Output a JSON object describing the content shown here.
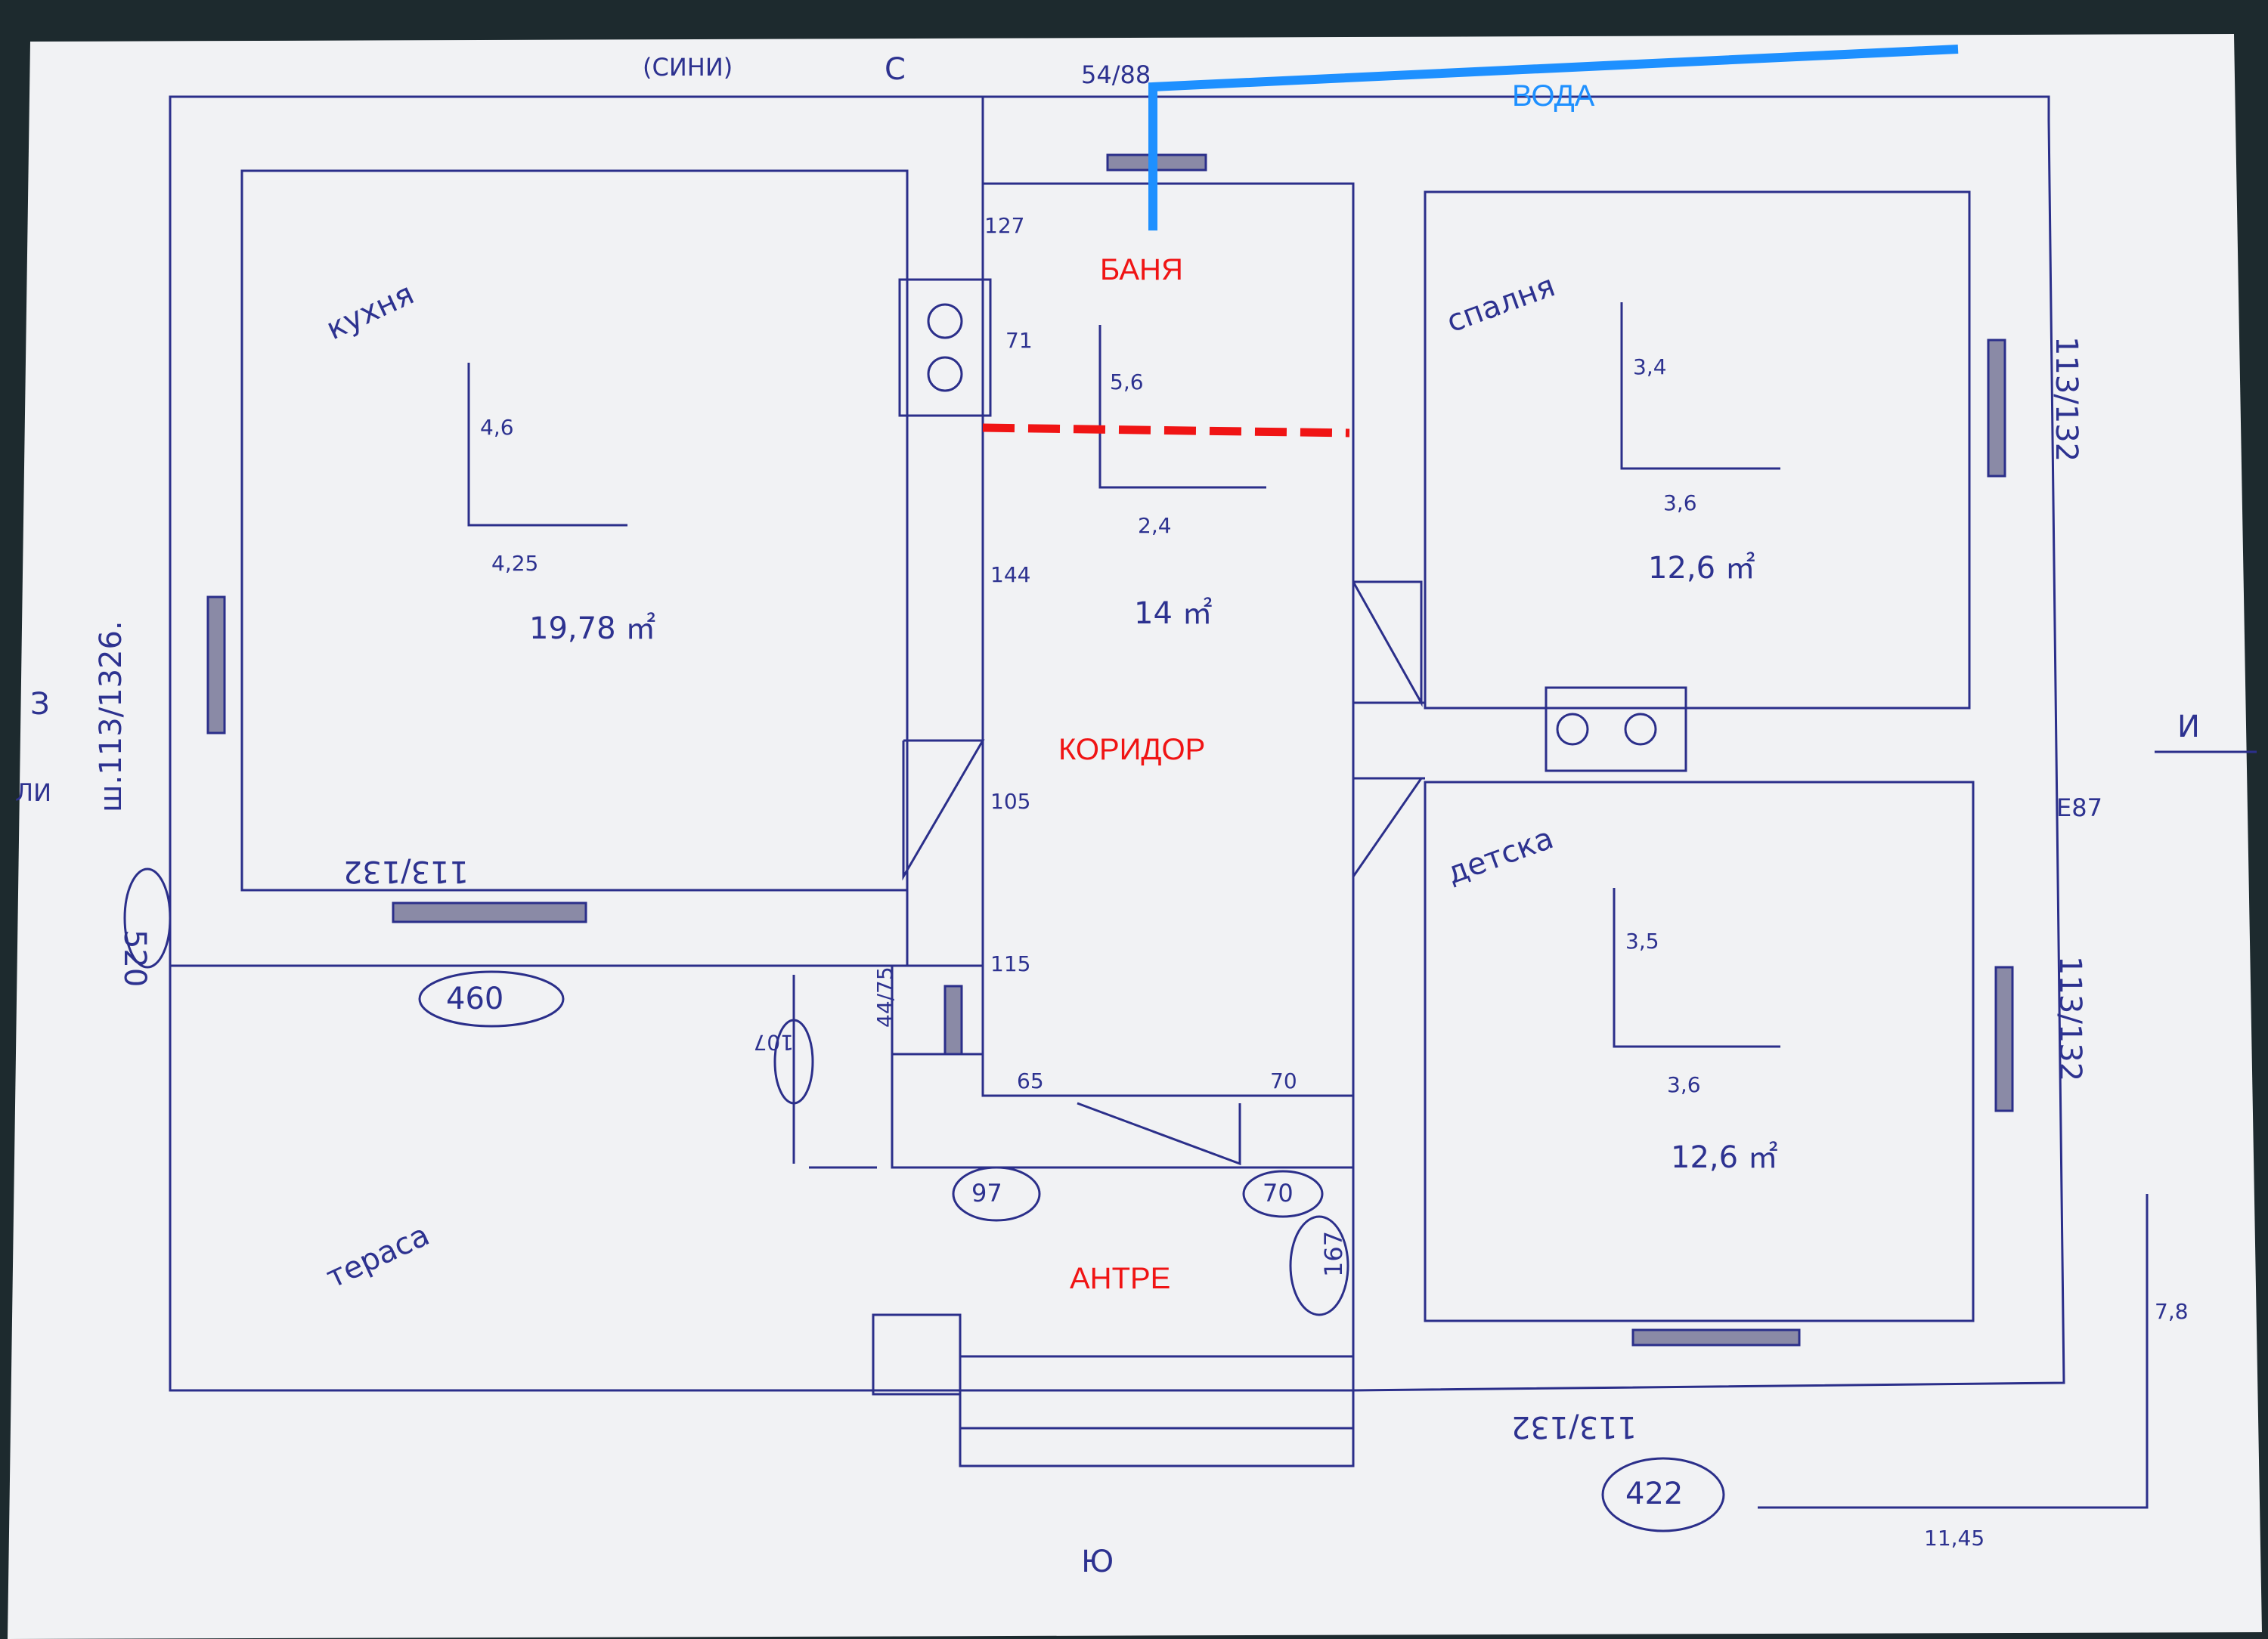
{
  "colors": {
    "ink": "#2b2f8a",
    "paper": "#f2f3f5",
    "annotation_red": "#f01414",
    "water_blue": "#1e90ff",
    "background": "#1d2a2e"
  },
  "compass": {
    "north": "С",
    "south": "Ю",
    "east": "И",
    "west": "З",
    "north_note": "(СИНИ)",
    "north_window": "54/88",
    "east_note": "E87",
    "west_note": "ЛИ"
  },
  "rooms": {
    "kitchen": {
      "name": "кухня",
      "dim_y": "4,6",
      "dim_x": "4,25",
      "area": "19,78 ㎡"
    },
    "bath": {
      "name": "БАНЯ",
      "dim_127": "127",
      "dim_71": "71",
      "dim_y": "5,6"
    },
    "corridor": {
      "name": "КОРИДОР",
      "dim_x": "2,4",
      "area": "14 ㎡",
      "dim_144": "144",
      "dim_105": "105",
      "dim_115": "115",
      "dim_65": "65",
      "dim_70": "70"
    },
    "bedroom": {
      "name": "спалня",
      "dim_y": "3,4",
      "dim_x": "3,6",
      "area": "12,6 ㎡"
    },
    "kids": {
      "name": "детска",
      "dim_y": "3,5",
      "dim_x": "3,6",
      "area": "12,6 ㎡"
    },
    "terrace": {
      "name": "тераса"
    },
    "entry": {
      "name": "АНТРЕ",
      "dim_97": "97",
      "dim_70": "70",
      "dim_167": "167"
    }
  },
  "annotations": {
    "water": "ВОДА",
    "kitchen_window": "113/132",
    "kitchen_width_circled": "460",
    "west_window": "ш.113/1326.",
    "west_circled": "520",
    "bedroom_window": "113/132",
    "kids_window": "113/132",
    "south_window": "113/132",
    "south_circled": "422",
    "small_window": "44/75",
    "small_circled": "107",
    "offset_y": "7,8",
    "offset_x": "11,45"
  }
}
